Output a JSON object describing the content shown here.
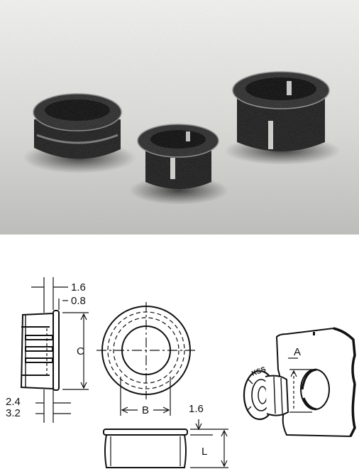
{
  "photo": {
    "subject": "three-grommets-photo"
  },
  "drawing": {
    "dimensions": {
      "side_flange": "1.6",
      "side_slot": "0.8",
      "side_c": "C",
      "side_lower_a": "2.4",
      "side_lower_b": "3.2",
      "front_b": "B",
      "bottom_flange": "1.6",
      "bottom_l": "L",
      "panel_a": "A"
    },
    "logo_text": "KSS"
  },
  "colors": {
    "ink": "#111111",
    "paper": "#ffffff",
    "photo_bg": "#d9d9d6",
    "grommet": "#1a1a1a"
  }
}
